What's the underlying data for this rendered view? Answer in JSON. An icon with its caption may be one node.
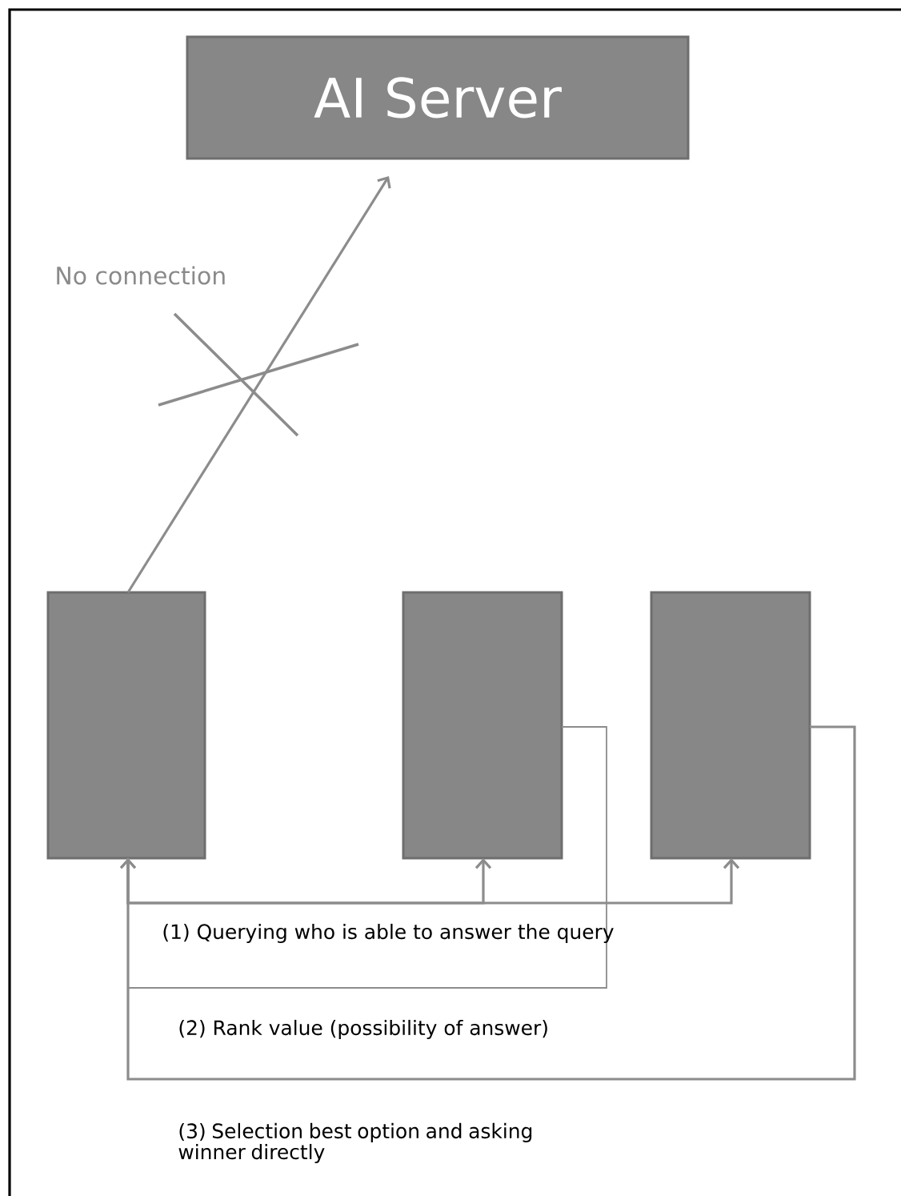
{
  "diagram": {
    "nodes": [
      {
        "text": [
          "AI Server"
        ]
      },
      {
        "text": [],
        "shape": "box"
      },
      {
        "text": [],
        "shape": "box"
      },
      {
        "text": [],
        "shape": "box"
      }
    ],
    "edges": [
      {
        "from": 1,
        "to": 0,
        "arrow": "to",
        "label": "No connection"
      },
      {
        "from": 1,
        "to": 2,
        "arrow": "to",
        "label": "(1) Querying who is able to answer the query"
      },
      {
        "from": 1,
        "to": 3,
        "arrow": "to"
      },
      {
        "from": 2,
        "to": 1,
        "arrow": "to",
        "label": "(2) Rank value (possibility of answer)"
      },
      {
        "from": 3,
        "to": 1,
        "arrow": "to",
        "label": "(3) Selection best option and asking winner directly"
      }
    ]
  }
}
